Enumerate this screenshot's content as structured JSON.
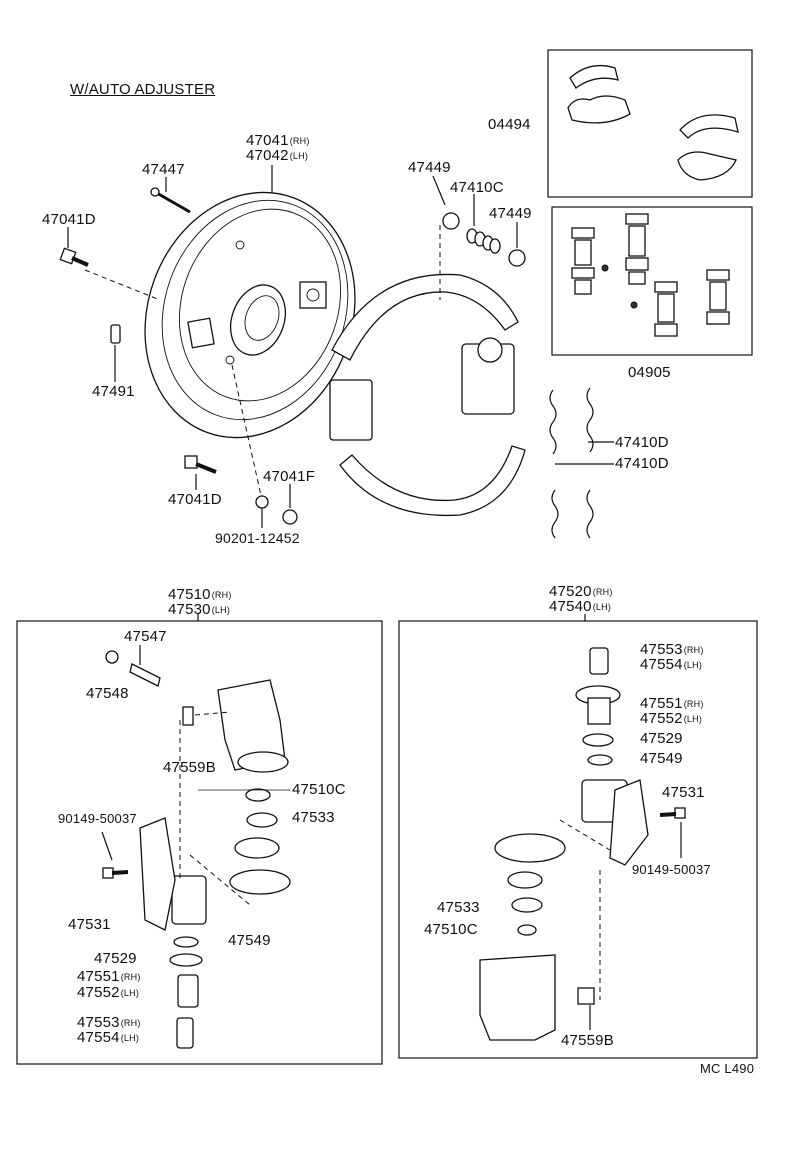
{
  "title": "W/AUTO ADJUSTER",
  "labels": {
    "p04494": "04494",
    "p04905": "04905",
    "p47041": "47041",
    "p47042": "47042",
    "rh": "(RH)",
    "lh": "(LH)",
    "p47447": "47447",
    "p47041D_a": "47041D",
    "p47041D_b": "47041D",
    "p47491": "47491",
    "p47449_a": "47449",
    "p47449_b": "47449",
    "p47410C": "47410C",
    "p47410D_a": "47410D",
    "p47410D_b": "47410D",
    "p47041F": "47041F",
    "p90201": "90201-12452",
    "p47510": "47510",
    "p47530": "47530",
    "p47520": "47520",
    "p47540": "47540",
    "L_47547": "47547",
    "L_47548": "47548",
    "L_47559B": "47559B",
    "L_47510C": "47510C",
    "L_47533": "47533",
    "L_90149": "90149-50037",
    "L_47531": "47531",
    "L_47549": "47549",
    "L_47529": "47529",
    "L_47551": "47551",
    "L_47552": "47552",
    "L_47553": "47553",
    "L_47554": "47554",
    "R_47553": "47553",
    "R_47554": "47554",
    "R_47551": "47551",
    "R_47552": "47552",
    "R_47529": "47529",
    "R_47549": "47549",
    "R_47531": "47531",
    "R_90149": "90149-50037",
    "R_47533": "47533",
    "R_47510C": "47510C",
    "R_47559B": "47559B",
    "code": "MC L490"
  }
}
